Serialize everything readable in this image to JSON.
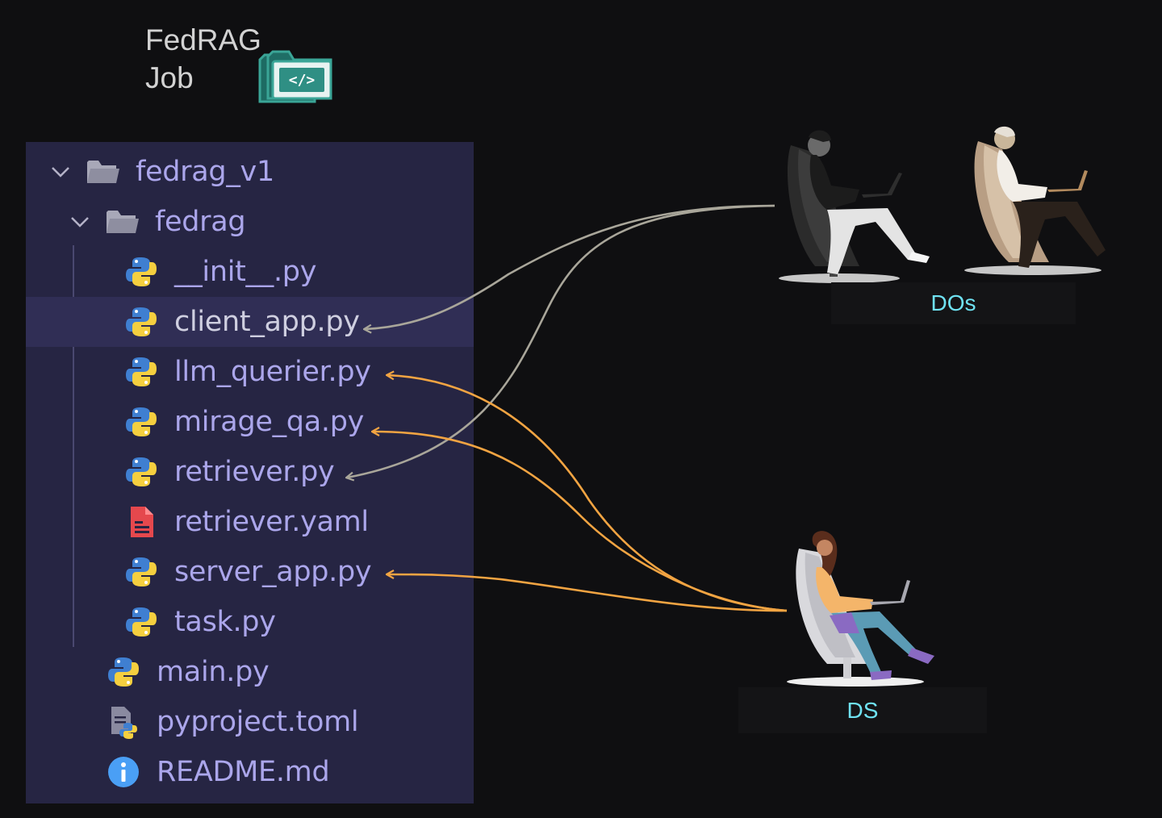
{
  "job": {
    "line1": "FedRAG",
    "line2": "Job",
    "icon": "code-folder-icon",
    "icon_color": "#2f8f84"
  },
  "explorer": {
    "root_folder": "fedrag_v1",
    "sub_folder": "fedrag",
    "files": [
      {
        "name": "__init__.py",
        "icon": "python-icon"
      },
      {
        "name": "client_app.py",
        "icon": "python-icon",
        "selected": true
      },
      {
        "name": "llm_querier.py",
        "icon": "python-icon"
      },
      {
        "name": "mirage_qa.py",
        "icon": "python-icon"
      },
      {
        "name": "retriever.py",
        "icon": "python-icon"
      },
      {
        "name": "retriever.yaml",
        "icon": "yaml-file-icon"
      },
      {
        "name": "server_app.py",
        "icon": "python-icon"
      },
      {
        "name": "task.py",
        "icon": "python-icon"
      }
    ],
    "root_files": [
      {
        "name": "main.py",
        "icon": "python-icon"
      },
      {
        "name": "pyproject.toml",
        "icon": "toml-file-icon"
      },
      {
        "name": "README.md",
        "icon": "info-icon"
      }
    ],
    "colors": {
      "background": "#262543",
      "selected": "#302e55",
      "text": "#aba6eb"
    }
  },
  "actors": {
    "data_owners": {
      "label": "DOs",
      "targets": [
        "client_app.py",
        "retriever.py"
      ],
      "arrow_color": "#a9a69a"
    },
    "data_scientist": {
      "label": "DS",
      "targets": [
        "llm_querier.py",
        "mirage_qa.py",
        "server_app.py"
      ],
      "arrow_color": "#f2a442"
    }
  }
}
